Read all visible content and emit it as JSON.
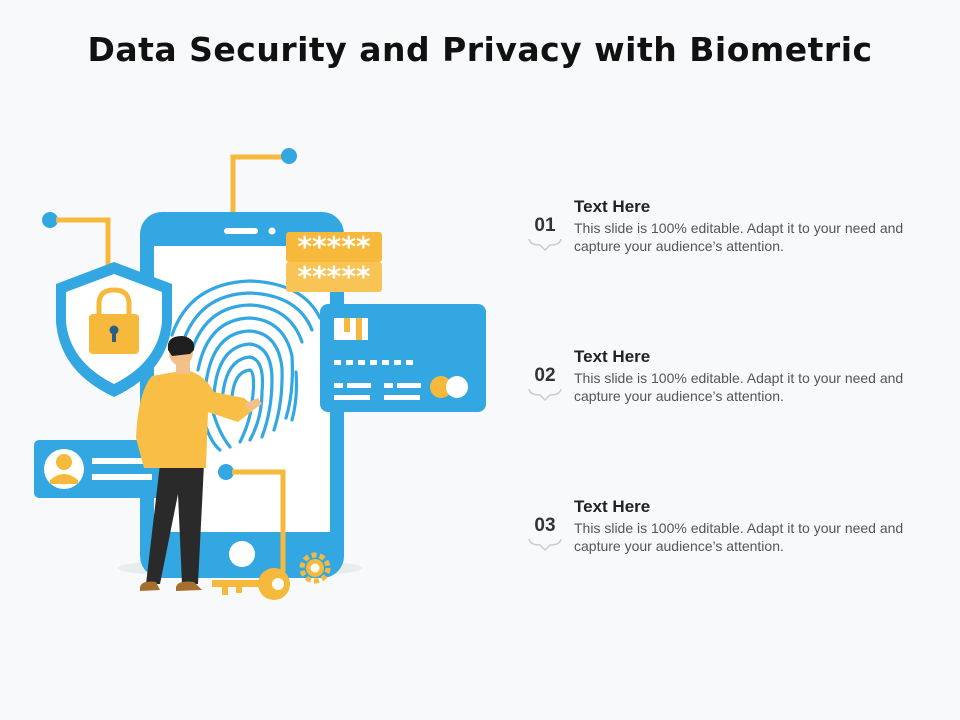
{
  "title": "Data Security and Privacy with Biometric",
  "password_mask": "*****",
  "items": [
    {
      "number": "01",
      "heading": "Text Here",
      "text": "This slide is 100% editable. Adapt it to your need and capture your audience’s attention."
    },
    {
      "number": "02",
      "heading": "Text Here",
      "text": "This slide is 100% editable. Adapt it to your need and capture your audience’s attention."
    },
    {
      "number": "03",
      "heading": "Text Here",
      "text": "This slide is 100% editable. Adapt it to your need and capture your audience’s attention."
    }
  ],
  "colors": {
    "blue": "#33a7e2",
    "yellow": "#f6b93b",
    "shirt": "#f9be45",
    "dark": "#2a2a2a"
  }
}
